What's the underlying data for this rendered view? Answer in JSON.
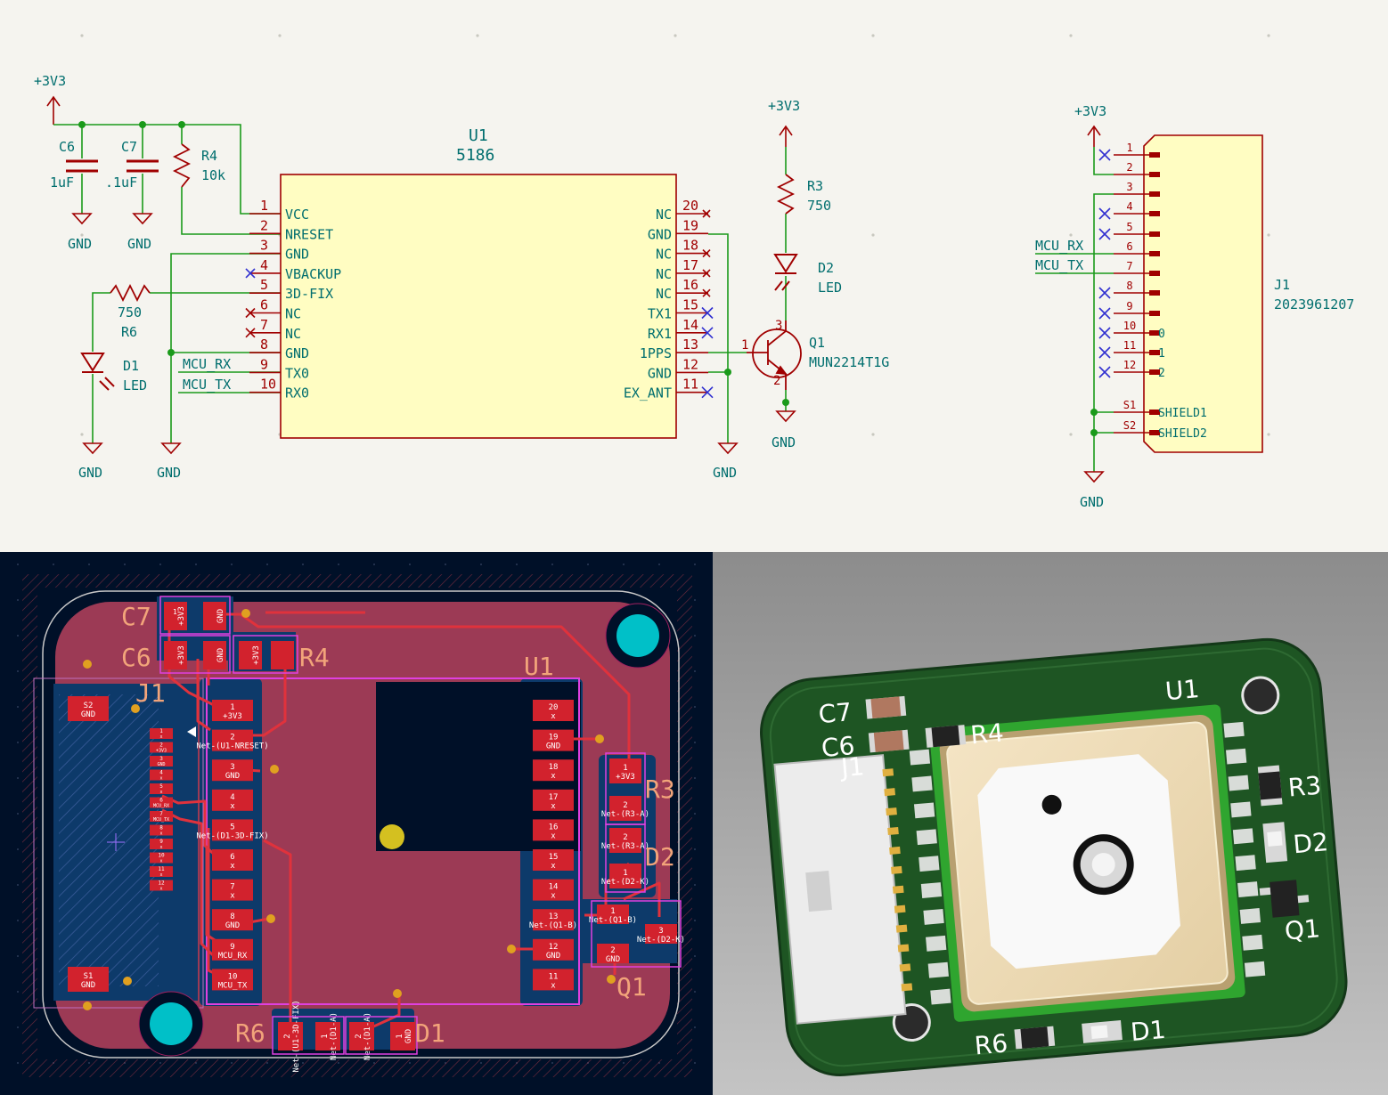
{
  "colors": {
    "sheet_bg": "#f5f4ef",
    "wire": "#1a9a1a",
    "symbol_outline": "#a00000",
    "symbol_fill": "#fffdc2",
    "label_text": "#006e6e",
    "no_connect": "#3030d0",
    "pcb_bg": "#001028",
    "pcb_copper": "#9c3a55",
    "pcb_pad": "#d2222d",
    "pcb_track": "#e0323c",
    "pcb_silk": "#f2a47a",
    "pcb_via": "#00c0c8",
    "viewer_bg": "#a8a8a8",
    "board_green": "#1e5523"
  },
  "schematic": {
    "power": {
      "v33_a": "+3V3",
      "v33_b": "+3V3",
      "v33_c": "+3V3"
    },
    "gnd": {
      "g1": "GND",
      "g2": "GND",
      "g3": "GND",
      "g4": "GND",
      "g5": "GND",
      "g6": "GND",
      "g7": "GND"
    },
    "c6": {
      "ref": "C6",
      "value": "1uF"
    },
    "c7": {
      "ref": "C7",
      "value": ".1uF"
    },
    "r4": {
      "ref": "R4",
      "value": "10k"
    },
    "r6": {
      "value": "750",
      "ref": "R6"
    },
    "d1": {
      "ref": "D1",
      "value": "LED"
    },
    "r3": {
      "ref": "R3",
      "value": "750"
    },
    "d2": {
      "ref": "D2",
      "value": "LED"
    },
    "q1": {
      "ref": "Q1",
      "value": "MUN2214T1G",
      "pin_b": "1",
      "pin_c": "3",
      "pin_e": "2"
    },
    "u1": {
      "ref": "U1",
      "value": "5186",
      "left_pins": [
        {
          "num": "1",
          "name": "VCC"
        },
        {
          "num": "2",
          "name": "NRESET"
        },
        {
          "num": "3",
          "name": "GND"
        },
        {
          "num": "4",
          "name": "VBACKUP"
        },
        {
          "num": "5",
          "name": "3D-FIX"
        },
        {
          "num": "6",
          "name": "NC"
        },
        {
          "num": "7",
          "name": "NC"
        },
        {
          "num": "8",
          "name": "GND"
        },
        {
          "num": "9",
          "name": "TX0"
        },
        {
          "num": "10",
          "name": "RX0"
        }
      ],
      "right_pins": [
        {
          "num": "20",
          "name": "NC"
        },
        {
          "num": "19",
          "name": "GND"
        },
        {
          "num": "18",
          "name": "NC"
        },
        {
          "num": "17",
          "name": "NC"
        },
        {
          "num": "16",
          "name": "NC"
        },
        {
          "num": "15",
          "name": "TX1"
        },
        {
          "num": "14",
          "name": "RX1"
        },
        {
          "num": "13",
          "name": "1PPS"
        },
        {
          "num": "12",
          "name": "GND"
        },
        {
          "num": "11",
          "name": "EX_ANT"
        }
      ]
    },
    "net_labels": {
      "mcu_rx": "MCU_RX",
      "mcu_tx": "MCU_TX"
    },
    "j1": {
      "ref": "J1",
      "value": "2023961207",
      "pins": [
        {
          "num": "1",
          "name": ""
        },
        {
          "num": "2",
          "name": ""
        },
        {
          "num": "3",
          "name": ""
        },
        {
          "num": "4",
          "name": ""
        },
        {
          "num": "5",
          "name": ""
        },
        {
          "num": "6",
          "name": ""
        },
        {
          "num": "7",
          "name": ""
        },
        {
          "num": "8",
          "name": ""
        },
        {
          "num": "9",
          "name": ""
        },
        {
          "num": "10",
          "name": "0"
        },
        {
          "num": "11",
          "name": "1"
        },
        {
          "num": "12",
          "name": "2"
        },
        {
          "num": "S1",
          "name": "SHIELD1"
        },
        {
          "num": "S2",
          "name": "SHIELD2"
        }
      ],
      "net_rx": "MCU_RX",
      "net_tx": "MCU_TX"
    }
  },
  "pcb": {
    "refs": {
      "c7": "C7",
      "c6": "C6",
      "r4": "R4",
      "u1": "U1",
      "r3": "R3",
      "d2": "D2",
      "q1": "Q1",
      "r6": "R6",
      "d1": "D1",
      "j1": "J1"
    },
    "c7_pads": [
      "+3V3",
      "GND"
    ],
    "c6_pads": [
      "+3V3",
      "GND"
    ],
    "r4_pads": [
      "+3V3",
      ""
    ],
    "u1_left": [
      {
        "num": "1",
        "net": "+3V3"
      },
      {
        "num": "2",
        "net": "Net-(U1-NRESET)"
      },
      {
        "num": "3",
        "net": "GND"
      },
      {
        "num": "4",
        "net": "x"
      },
      {
        "num": "5",
        "net": "Net-(D1-3D-FIX)"
      },
      {
        "num": "6",
        "net": "x"
      },
      {
        "num": "7",
        "net": "x"
      },
      {
        "num": "8",
        "net": "GND"
      },
      {
        "num": "9",
        "net": "MCU_RX"
      },
      {
        "num": "10",
        "net": "MCU_TX"
      }
    ],
    "u1_right": [
      {
        "num": "20",
        "net": "x"
      },
      {
        "num": "19",
        "net": "GND"
      },
      {
        "num": "18",
        "net": "x"
      },
      {
        "num": "17",
        "net": "x"
      },
      {
        "num": "16",
        "net": "x"
      },
      {
        "num": "15",
        "net": "x"
      },
      {
        "num": "14",
        "net": "x"
      },
      {
        "num": "13",
        "net": "Net-(Q1-B)"
      },
      {
        "num": "12",
        "net": "GND"
      },
      {
        "num": "11",
        "net": "x"
      }
    ],
    "j1_pads": [
      {
        "num": "1",
        "net": "x"
      },
      {
        "num": "2",
        "net": "+3V3"
      },
      {
        "num": "3",
        "net": "GND"
      },
      {
        "num": "4",
        "net": "x"
      },
      {
        "num": "5",
        "net": "x"
      },
      {
        "num": "6",
        "net": "MCU_RX"
      },
      {
        "num": "7",
        "net": "MCU_TX"
      },
      {
        "num": "8",
        "net": "x"
      },
      {
        "num": "9",
        "net": "x"
      },
      {
        "num": "10",
        "net": "x"
      },
      {
        "num": "11",
        "net": "x"
      },
      {
        "num": "12",
        "net": "x"
      }
    ],
    "j1_shield": [
      {
        "num": "S2",
        "net": "GND"
      },
      {
        "num": "S1",
        "net": "GND"
      }
    ],
    "r3_pads": [
      {
        "num": "1",
        "net": "+3V3"
      },
      {
        "num": "2",
        "net": "Net-(R3-A)"
      }
    ],
    "d2_pads": [
      {
        "num": "2",
        "net": "Net-(R3-A)"
      },
      {
        "num": "1",
        "net": "Net-(D2-K)"
      }
    ],
    "q1_pads": [
      {
        "num": "1",
        "net": "Net-(Q1-B)"
      },
      {
        "num": "2",
        "net": "GND"
      },
      {
        "num": "3",
        "net": "Net-(D2-K)"
      }
    ],
    "r6_pads": [
      {
        "num": "2",
        "net": "Net-(U1-3D-FIX)"
      },
      {
        "num": "1",
        "net": "Net-(D1-A)"
      }
    ],
    "d1_pads": [
      {
        "num": "2",
        "net": "Net-(D1-A)"
      },
      {
        "num": "1",
        "net": "GND"
      }
    ]
  },
  "view3d": {
    "refs": {
      "c7": "C7",
      "c6": "C6",
      "r4": "R4",
      "u1": "U1",
      "j1": "J1",
      "r3": "R3",
      "d2": "D2",
      "q1": "Q1",
      "r6": "R6",
      "d1": "D1"
    }
  }
}
